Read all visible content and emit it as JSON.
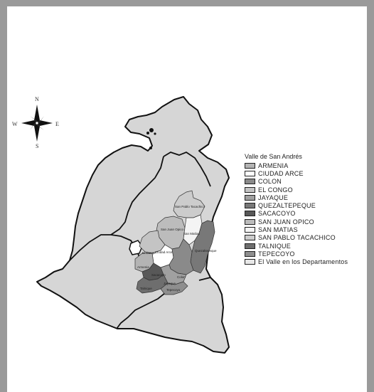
{
  "compass": {
    "north": "N",
    "south": "S",
    "east": "E",
    "west": "W",
    "icon": "compass-rose-icon"
  },
  "legend": {
    "title": "Valle de San Andrés",
    "items": [
      {
        "label": "ARMENIA",
        "color": "#b4b4b4"
      },
      {
        "label": "CIUDAD ARCE",
        "color": "#ffffff"
      },
      {
        "label": "COLON",
        "color": "#8a8a8a"
      },
      {
        "label": "EL CONGO",
        "color": "#c4c4c4"
      },
      {
        "label": "JAYAQUE",
        "color": "#a0a0a0"
      },
      {
        "label": "QUEZALTEPEQUE",
        "color": "#787878"
      },
      {
        "label": "SACACOYO",
        "color": "#585858"
      },
      {
        "label": "SAN JUAN OPICO",
        "color": "#bcbcbc"
      },
      {
        "label": "SAN MATIAS",
        "color": "#f4f4f4"
      },
      {
        "label": "SAN PABLO TACACHICO",
        "color": "#cccccc"
      },
      {
        "label": "TALNIQUE",
        "color": "#6e6e6e"
      },
      {
        "label": "TEPECOYO",
        "color": "#8e8e8e"
      },
      {
        "label": "El Valle en los Departamentos",
        "color": "#e8e8e8"
      }
    ]
  },
  "map_labels": {
    "san_pablo_tacachico": "San Pablo Tacachico",
    "san_juan_opico": "San Juan Opico",
    "san_matias": "San Matías",
    "ciudad_arce": "Ciudad Arce",
    "el_congo": "El Congo",
    "quezaltepeque": "Quezaltepeque",
    "armenia": "Armenia",
    "colon": "Colon",
    "sacacoyo": "Sacacoyo",
    "jayaque": "Jayaque",
    "talnique": "Talnique",
    "tepecoyo": "Tepecoyo"
  }
}
